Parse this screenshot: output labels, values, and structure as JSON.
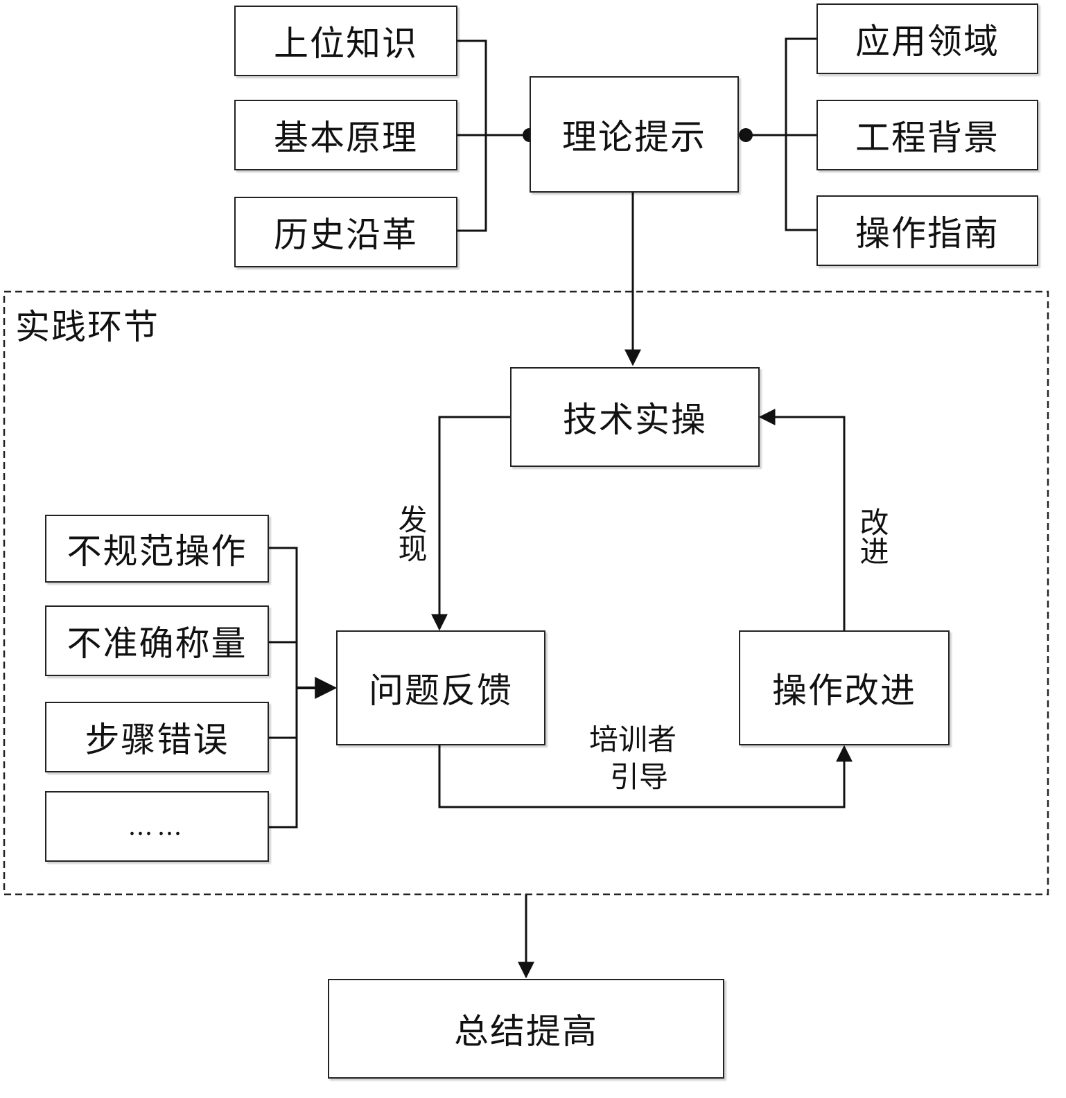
{
  "theory": {
    "center": "理论提示",
    "left_items": [
      "上位知识",
      "基本原理",
      "历史沿革"
    ],
    "right_items": [
      "应用领域",
      "工程背景",
      "操作指南"
    ]
  },
  "practice": {
    "group_title": "实践环节",
    "operate": "技术实操",
    "feedback": "问题反馈",
    "improve": "操作改进",
    "edge_discover": "发现",
    "edge_improve": "改进",
    "edge_guide_line1": "培训者",
    "edge_guide_line2": "引导",
    "issues": [
      "不规范操作",
      "不准确称量",
      "步骤错误",
      "……"
    ]
  },
  "summary": "总结提高",
  "colors": {
    "line": "#111111",
    "box_border": "#222222",
    "background": "#ffffff"
  }
}
